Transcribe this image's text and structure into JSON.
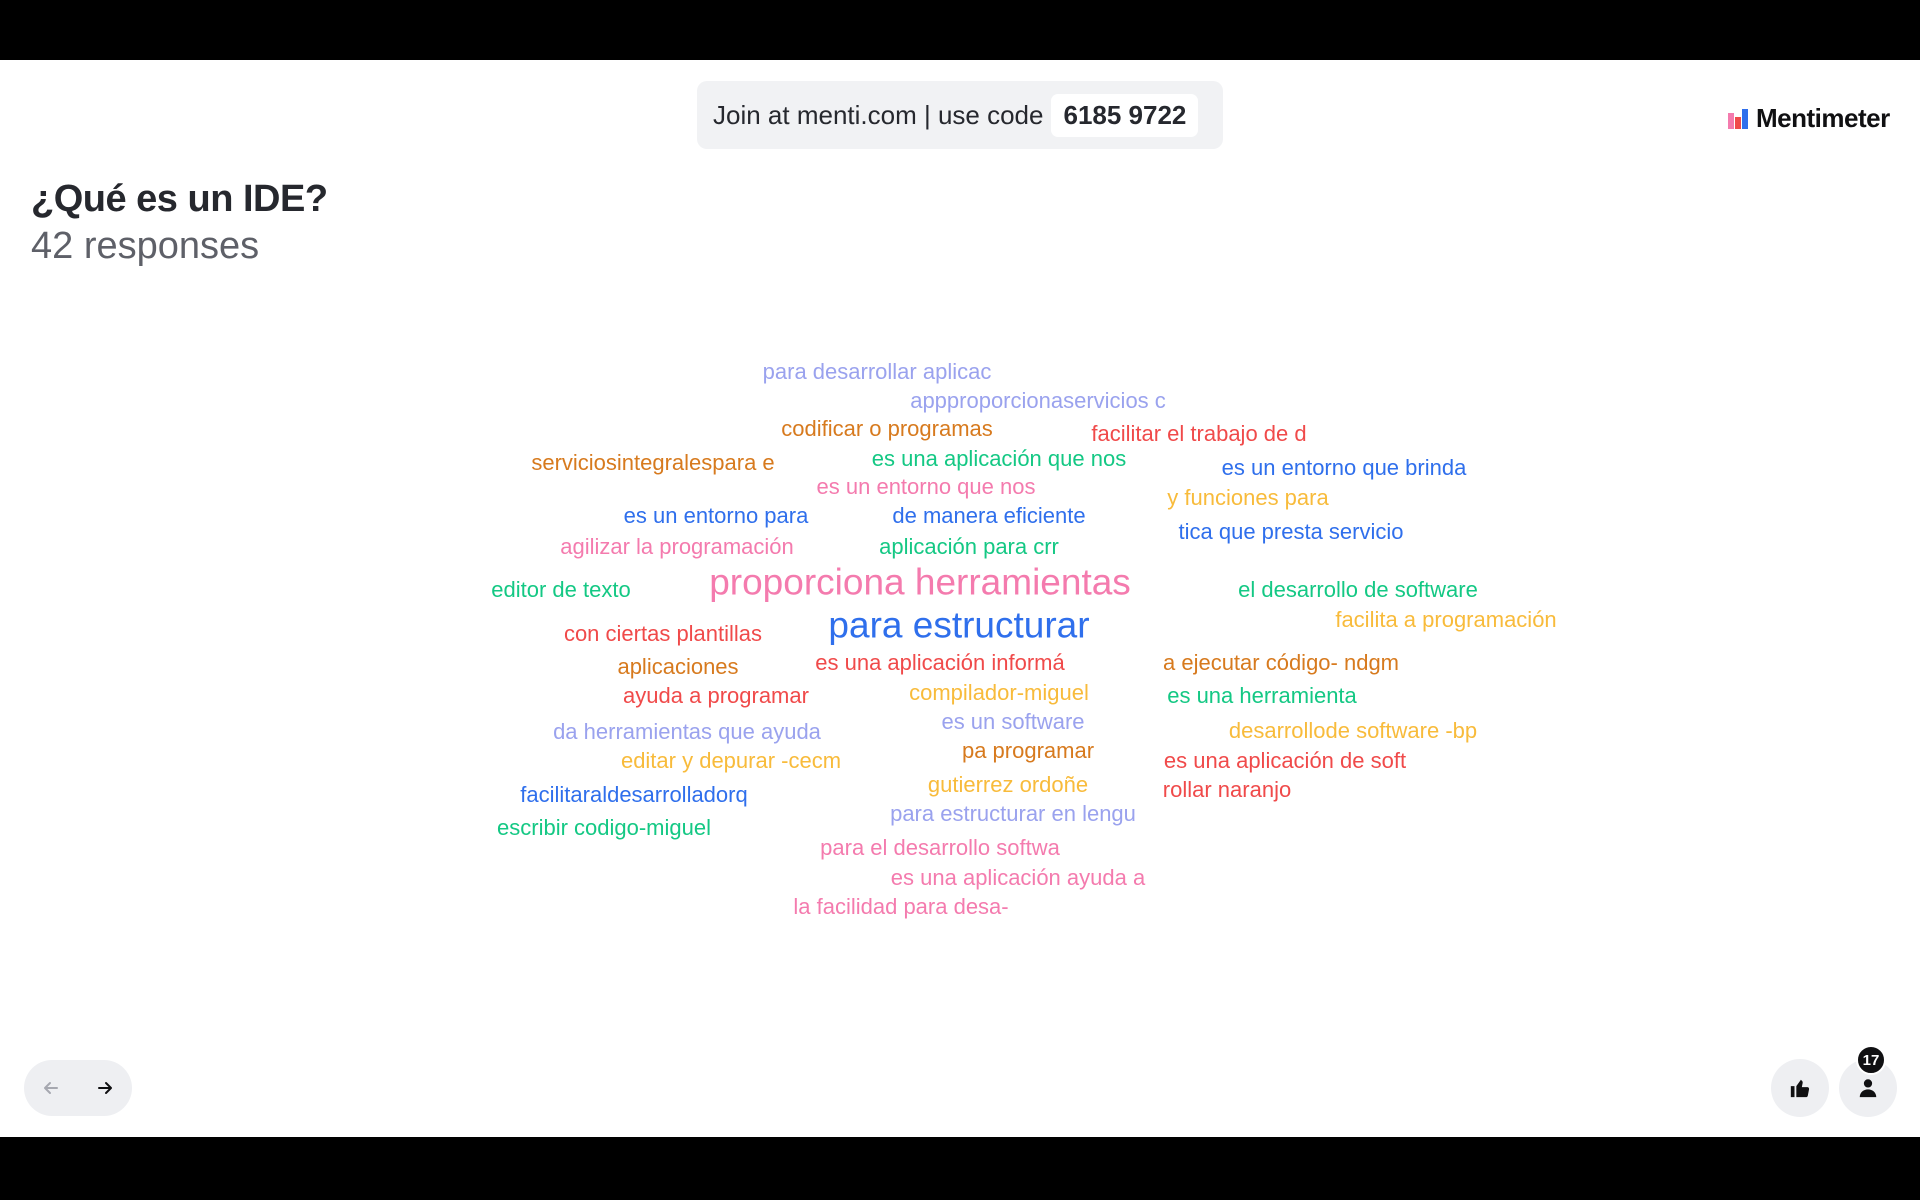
{
  "header": {
    "join_text": "Join at menti.com | use code",
    "join_code": "6185 9722",
    "brand_name": "Mentimeter"
  },
  "question": {
    "title": "¿Qué es un IDE?",
    "responses": "42 responses"
  },
  "colors": {
    "lavender": "#9aa2ee",
    "orange": "#d77a1e",
    "red": "#f04a4a",
    "green": "#14c884",
    "pink": "#f47bae",
    "blue": "#2f6fec",
    "yellow": "#f8bb3b"
  },
  "word_cloud": [
    {
      "text": "para desarrollar aplicac",
      "color": "lavender",
      "size": 1
    },
    {
      "text": "appproporcionaservicios c",
      "color": "lavender",
      "size": 1
    },
    {
      "text": "codificar o programas",
      "color": "orange",
      "size": 1
    },
    {
      "text": "facilitar el trabajo de d",
      "color": "red",
      "size": 1
    },
    {
      "text": "serviciosintegralespara e",
      "color": "orange",
      "size": 1
    },
    {
      "text": "es una aplicación que nos",
      "color": "green",
      "size": 1
    },
    {
      "text": "es un entorno que brinda",
      "color": "blue",
      "size": 1
    },
    {
      "text": "es un entorno que nos",
      "color": "pink",
      "size": 1
    },
    {
      "text": "y funciones para",
      "color": "yellow",
      "size": 1
    },
    {
      "text": "es un entorno para",
      "color": "blue",
      "size": 1
    },
    {
      "text": "de manera eficiente",
      "color": "blue",
      "size": 1
    },
    {
      "text": "tica que presta servicio",
      "color": "blue",
      "size": 1
    },
    {
      "text": "agilizar la programación",
      "color": "pink",
      "size": 1
    },
    {
      "text": "aplicación para crr",
      "color": "green",
      "size": 1
    },
    {
      "text": "proporciona herramientas",
      "color": "pink",
      "size": 2
    },
    {
      "text": "editor de texto",
      "color": "green",
      "size": 1
    },
    {
      "text": "el desarrollo de software",
      "color": "green",
      "size": 1
    },
    {
      "text": "para estructurar",
      "color": "blue",
      "size": 2
    },
    {
      "text": "facilita a programación",
      "color": "yellow",
      "size": 1
    },
    {
      "text": "con ciertas plantillas",
      "color": "red",
      "size": 1
    },
    {
      "text": "es una aplicación informá",
      "color": "red",
      "size": 1
    },
    {
      "text": "a ejecutar código- ndgm",
      "color": "orange",
      "size": 1
    },
    {
      "text": "aplicaciones",
      "color": "orange",
      "size": 1
    },
    {
      "text": "ayuda a programar",
      "color": "red",
      "size": 1
    },
    {
      "text": "compilador-miguel",
      "color": "yellow",
      "size": 1
    },
    {
      "text": "es una herramienta",
      "color": "green",
      "size": 1
    },
    {
      "text": "es un software",
      "color": "lavender",
      "size": 1
    },
    {
      "text": "da herramientas que ayuda",
      "color": "lavender",
      "size": 1
    },
    {
      "text": "desarrollode software -bp",
      "color": "yellow",
      "size": 1
    },
    {
      "text": "pa programar",
      "color": "orange",
      "size": 1
    },
    {
      "text": "editar y depurar -cecm",
      "color": "yellow",
      "size": 1
    },
    {
      "text": "es una aplicación de soft",
      "color": "red",
      "size": 1
    },
    {
      "text": "gutierrez ordoñe",
      "color": "yellow",
      "size": 1
    },
    {
      "text": "rollar naranjo",
      "color": "red",
      "size": 1
    },
    {
      "text": "facilitaraldesarrolladorq",
      "color": "blue",
      "size": 1
    },
    {
      "text": "para estructurar en lengu",
      "color": "lavender",
      "size": 1
    },
    {
      "text": "escribir codigo-miguel",
      "color": "green",
      "size": 1
    },
    {
      "text": "para el desarrollo softwa",
      "color": "pink",
      "size": 1
    },
    {
      "text": "es una aplicación ayuda a",
      "color": "pink",
      "size": 1
    },
    {
      "text": "la facilidad para desa-",
      "color": "pink",
      "size": 1
    }
  ],
  "controls": {
    "participants_count": "17"
  }
}
